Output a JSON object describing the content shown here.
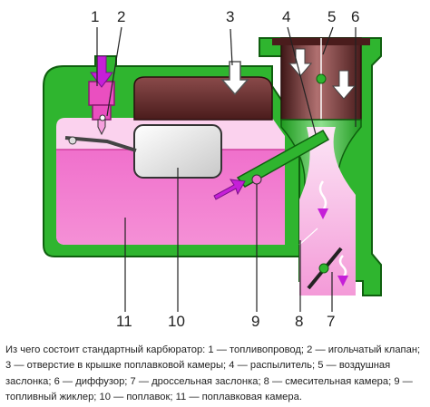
{
  "labels": {
    "n1": "1",
    "n2": "2",
    "n3": "3",
    "n4": "4",
    "n5": "5",
    "n6": "6",
    "n7": "7",
    "n8": "8",
    "n9": "9",
    "n10": "10",
    "n11": "11"
  },
  "caption": {
    "line1": "Из чего состоит стандартный карбюратор: 1 — топливопровод; 2 — игольчатый клапан;",
    "line2": "3 — отверстие в крышке поплавковой камеры; 4 — распылитель; 5 — воздушная",
    "line3": "заслонка; 6 — диффузор; 7 — дроссельная заслонка; 8 — смесительная камера; 9 —",
    "line4": "топливный жиклер; 10 — поплавок; 11 — поплавковая камера."
  },
  "colors": {
    "body_green": "#2fb52f",
    "body_green_light": "#5fd05f",
    "fuel_pink": "#ee5fc0",
    "mixture_pink": "#f0a0e0",
    "float_gray": "#e8e8e8",
    "cover_brown": "#6b2e2e",
    "arrow_magenta": "#c51fd8"
  }
}
